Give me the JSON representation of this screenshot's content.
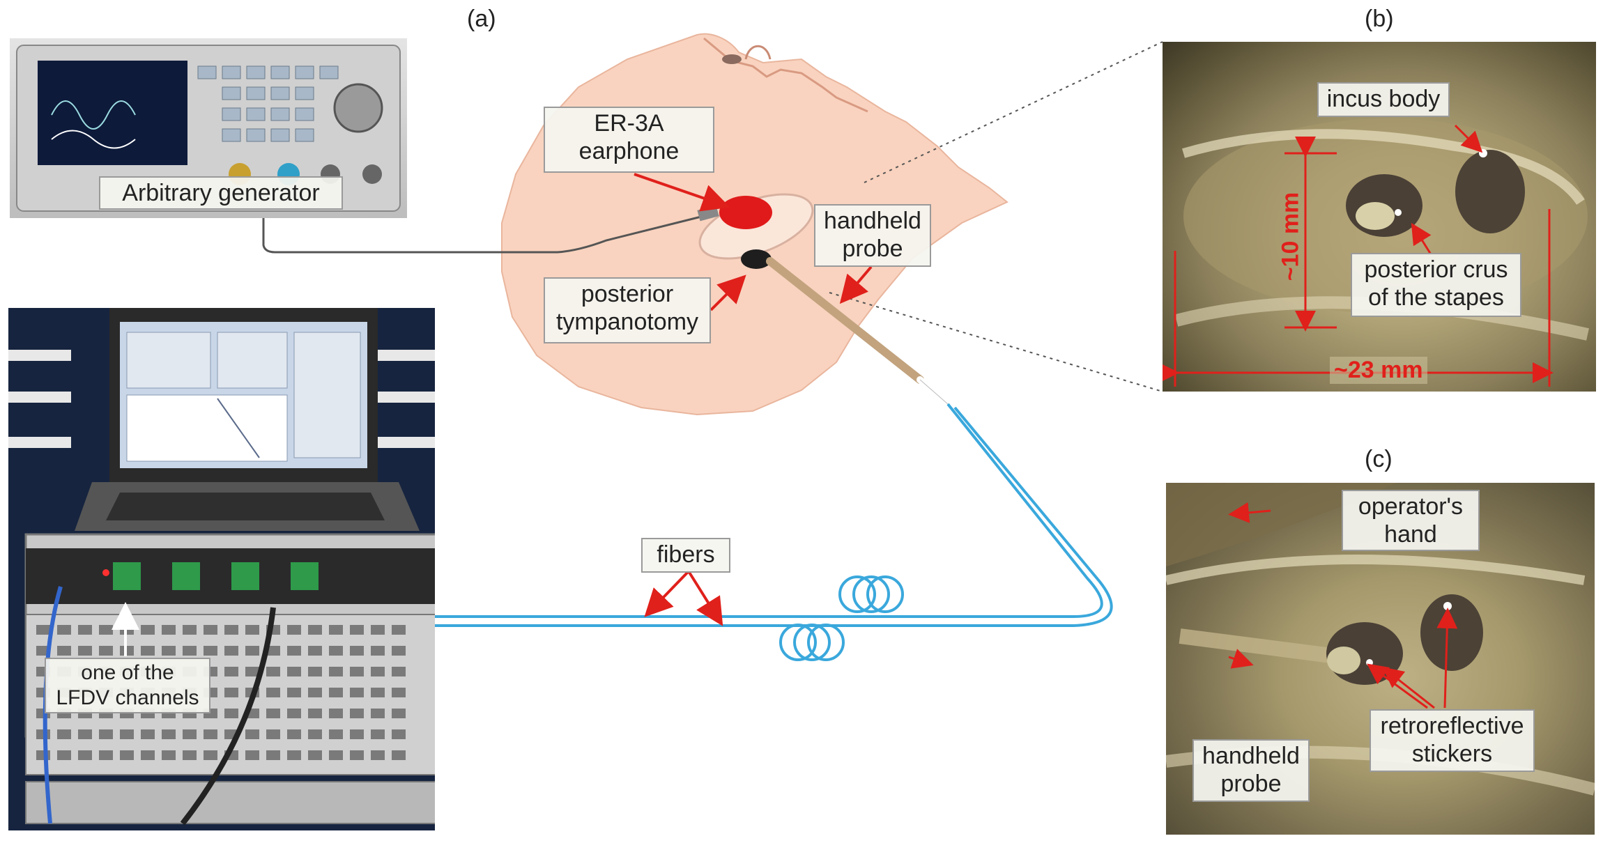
{
  "panels": {
    "a": "(a)",
    "b": "(b)",
    "c": "(c)"
  },
  "labels": {
    "arbitrary_generator": "Arbitrary generator",
    "earphone_line1": "ER-3A",
    "earphone_line2": "earphone",
    "handheld_probe_line1": "handheld",
    "handheld_probe_line2": "probe",
    "posterior_tympanotomy_line1": "posterior",
    "posterior_tympanotomy_line2": "tympanotomy",
    "fibers": "fibers",
    "lfdv_line1": "one of the",
    "lfdv_line2": "LFDV channels"
  },
  "panel_b": {
    "incus_body": "incus body",
    "posterior_crus_line1": "posterior crus",
    "posterior_crus_line2": "of the stapes",
    "dim_vertical": "~10 mm",
    "dim_horizontal": "~23 mm"
  },
  "panel_c": {
    "operators_hand_line1": "operator's",
    "operators_hand_line2": "hand",
    "handheld_probe_line1": "handheld",
    "handheld_probe_line2": "probe",
    "retroreflective_line1": "retroreflective",
    "retroreflective_line2": "stickers"
  },
  "colors": {
    "skin": "#f9d3bf",
    "fiber": "#3aa8dc",
    "arrow": "#e0201b",
    "earphone": "#e01a1a"
  }
}
